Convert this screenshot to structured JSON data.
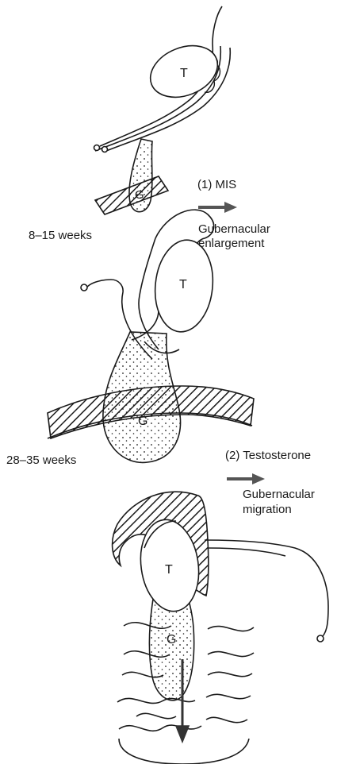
{
  "stage1": {
    "step": "(1) MIS",
    "result": [
      "Gubernacular",
      "enlargement"
    ],
    "time": "8–15 weeks",
    "labels": {
      "testis": "T",
      "gubernaculum": "G"
    }
  },
  "stage2": {
    "step": "(2) Testosterone",
    "result": [
      "Gubernacular",
      "migration"
    ],
    "time": "28–35 weeks",
    "labels": {
      "testis": "T",
      "gubernaculum": "G"
    }
  },
  "stage0": {
    "labels": {
      "testis": "T",
      "gubernaculum": "G"
    }
  },
  "icons": {
    "arrow": "right-arrow-icon"
  },
  "colors": {
    "ink": "#1a1a1a",
    "arrow": "#555555"
  }
}
